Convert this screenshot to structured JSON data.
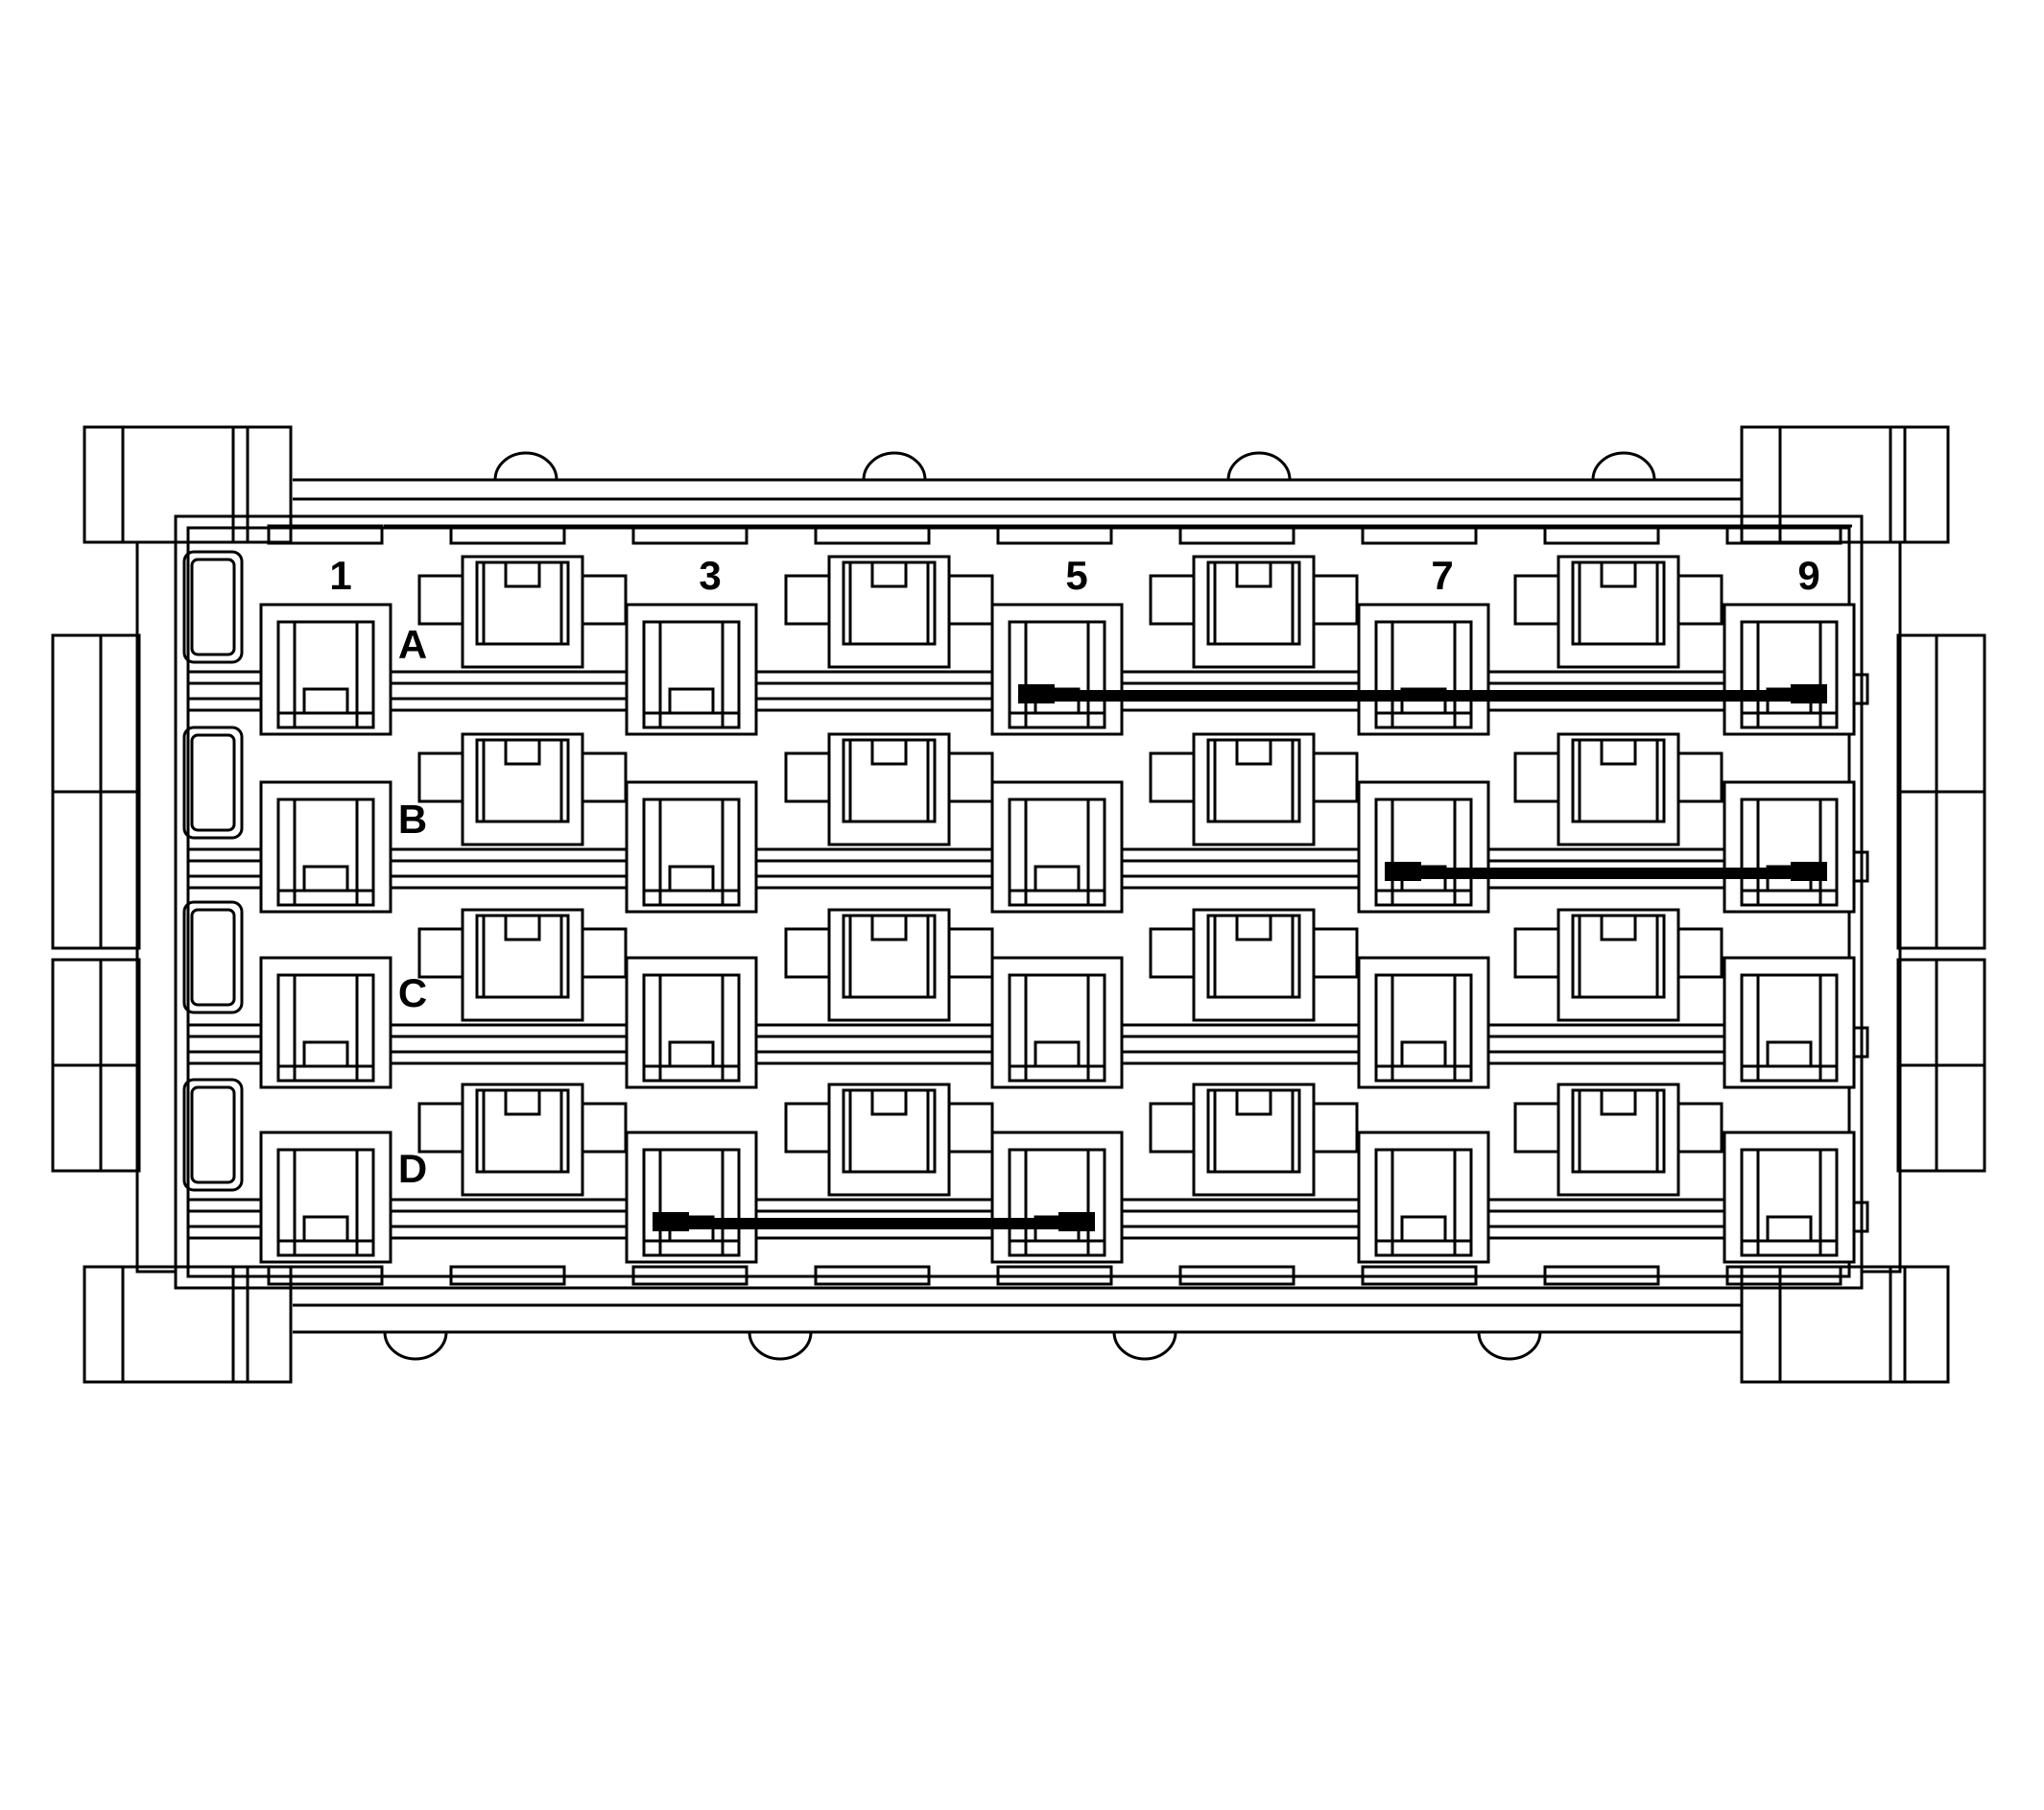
{
  "diagram": {
    "column_labels": [
      "1",
      "3",
      "5",
      "7",
      "9"
    ],
    "row_labels": [
      "A",
      "B",
      "C",
      "D"
    ],
    "jumpers": [
      {
        "row": "A",
        "from_col": 5,
        "to_col": 9
      },
      {
        "row": "B",
        "from_col": 7,
        "to_col": 9
      },
      {
        "row": "D",
        "from_col": 3,
        "to_col": 5
      }
    ],
    "colors": {
      "line": "#000000",
      "background": "#ffffff"
    }
  }
}
